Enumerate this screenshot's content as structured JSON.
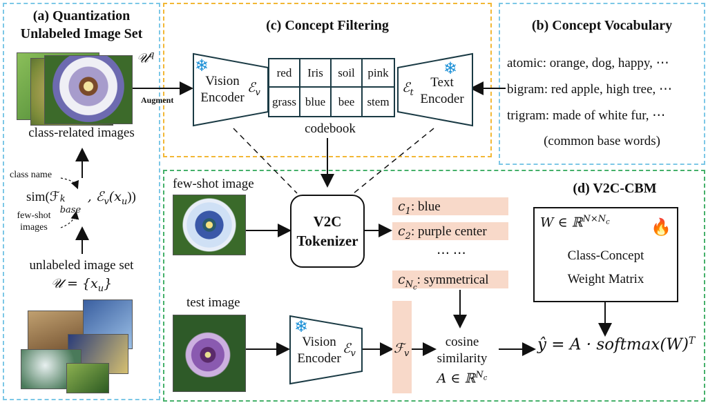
{
  "panel_a": {
    "title_line1": "(a) Quantization",
    "title_line2": "Unlabeled Image Set",
    "uq_label": "𝒰",
    "uq_sup": "q",
    "class_related_images": "class-related images",
    "class_name": "class name",
    "sim_formula": "sim(ℱ",
    "sim_sup": "k",
    "sim_sub": "base",
    "sim_rest": ", ℰ",
    "sim_v": "v",
    "sim_end": "(x",
    "sim_u": "u",
    "sim_close": "))",
    "few_shot_line1": "few-shot",
    "few_shot_line2": "images",
    "unlabeled_line1": "unlabeled image set",
    "unlabeled_line2": "𝒰 = {x",
    "unlabeled_u": "u",
    "unlabeled_close": "}"
  },
  "augment_label": "Augment",
  "panel_c": {
    "title": "(c) Concept Filtering",
    "vision_encoder_line1": "Vision",
    "vision_encoder_line2": "Encoder",
    "vision_sym": "ℰ",
    "vision_sub": "v",
    "text_encoder_line1": "Text",
    "text_encoder_line2": "Encoder",
    "text_sym": "ℰ",
    "text_sub": "t",
    "codebook_label": "codebook",
    "codebook_cells": [
      "red",
      "Iris",
      "soil",
      "pink",
      "grass",
      "blue",
      "bee",
      "stem"
    ]
  },
  "panel_b": {
    "title": "(b) Concept Vocabulary",
    "atomic": "atomic: orange, dog, happy, ⋯",
    "bigram": "bigram: red apple, high tree, ⋯",
    "trigram": "trigram: made of white fur, ⋯",
    "base_words": "(common base words)"
  },
  "panel_d": {
    "title": "(d) V2C-CBM",
    "few_shot_image": "few-shot image",
    "tokenizer_line1": "V2C",
    "tokenizer_line2": "Tokenizer",
    "c1_sym": "c",
    "c1_sub": "1",
    "c1_text": ": blue",
    "c2_sym": "c",
    "c2_sub": "2",
    "c2_text": ": purple center",
    "dots": "⋯ ⋯",
    "cn_sym": "c",
    "cn_sub": "N",
    "cn_subsub": "c",
    "cn_text": ": symmetrical",
    "weight_formula": "W ∈ ℝ",
    "weight_sup": "N×N",
    "weight_sup_sub": "c",
    "weight_line1": "Class-Concept",
    "weight_line2": "Weight Matrix",
    "test_image": "test image",
    "vision_encoder_line1": "Vision",
    "vision_encoder_line2": "Encoder",
    "vision_sym": "ℰ",
    "vision_sub": "v",
    "fv_sym": "ℱ",
    "fv_sub": "v",
    "cosine_line1": "cosine",
    "cosine_line2": "similarity",
    "cosine_line3": "A ∈ ℝ",
    "cosine_sup": "N",
    "cosine_sup_sub": "c",
    "output_formula": "ŷ = A · softmax(W)",
    "output_sup": "T"
  }
}
